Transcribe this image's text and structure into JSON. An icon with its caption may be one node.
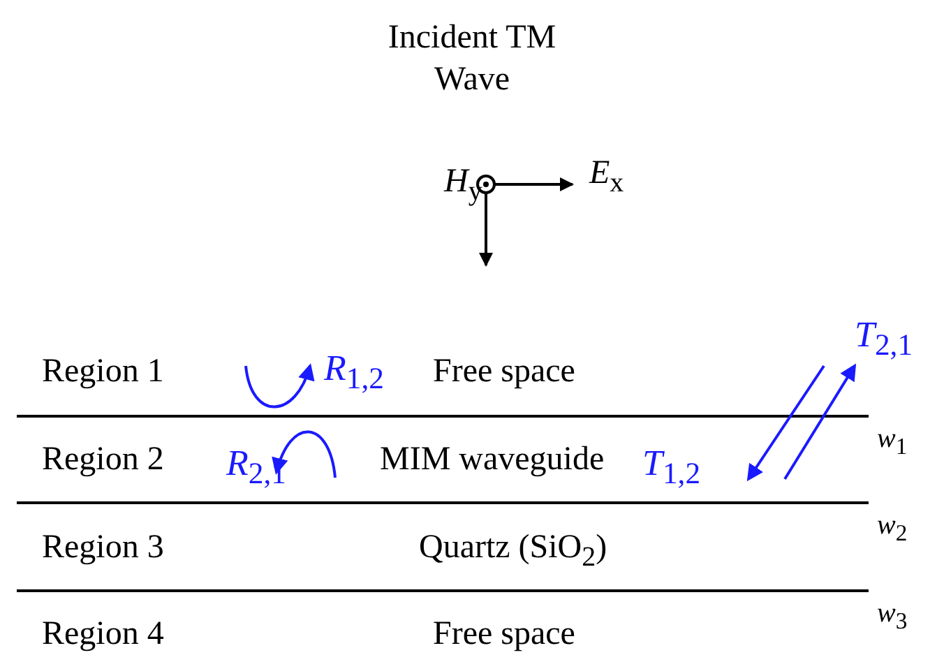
{
  "diagram": {
    "title": "Incident TM Wave",
    "labels": [
      "*H*$_{y}$",
      "*E*$_{x}$",
      "*R*$_{1,2}$",
      "*T*$_{2,1}$",
      "Region 1",
      "Free space",
      "*w*$_{1}$",
      "Region 2",
      "*R*$_{2,1}$",
      "MIM waveguide",
      "*T*$_{1,2}$",
      "*w*$_{2}$",
      "Region 3",
      "Quartz (SiO$_{2}$)",
      "*w*$_{3}$",
      "Region 4",
      "Free space"
    ]
  }
}
